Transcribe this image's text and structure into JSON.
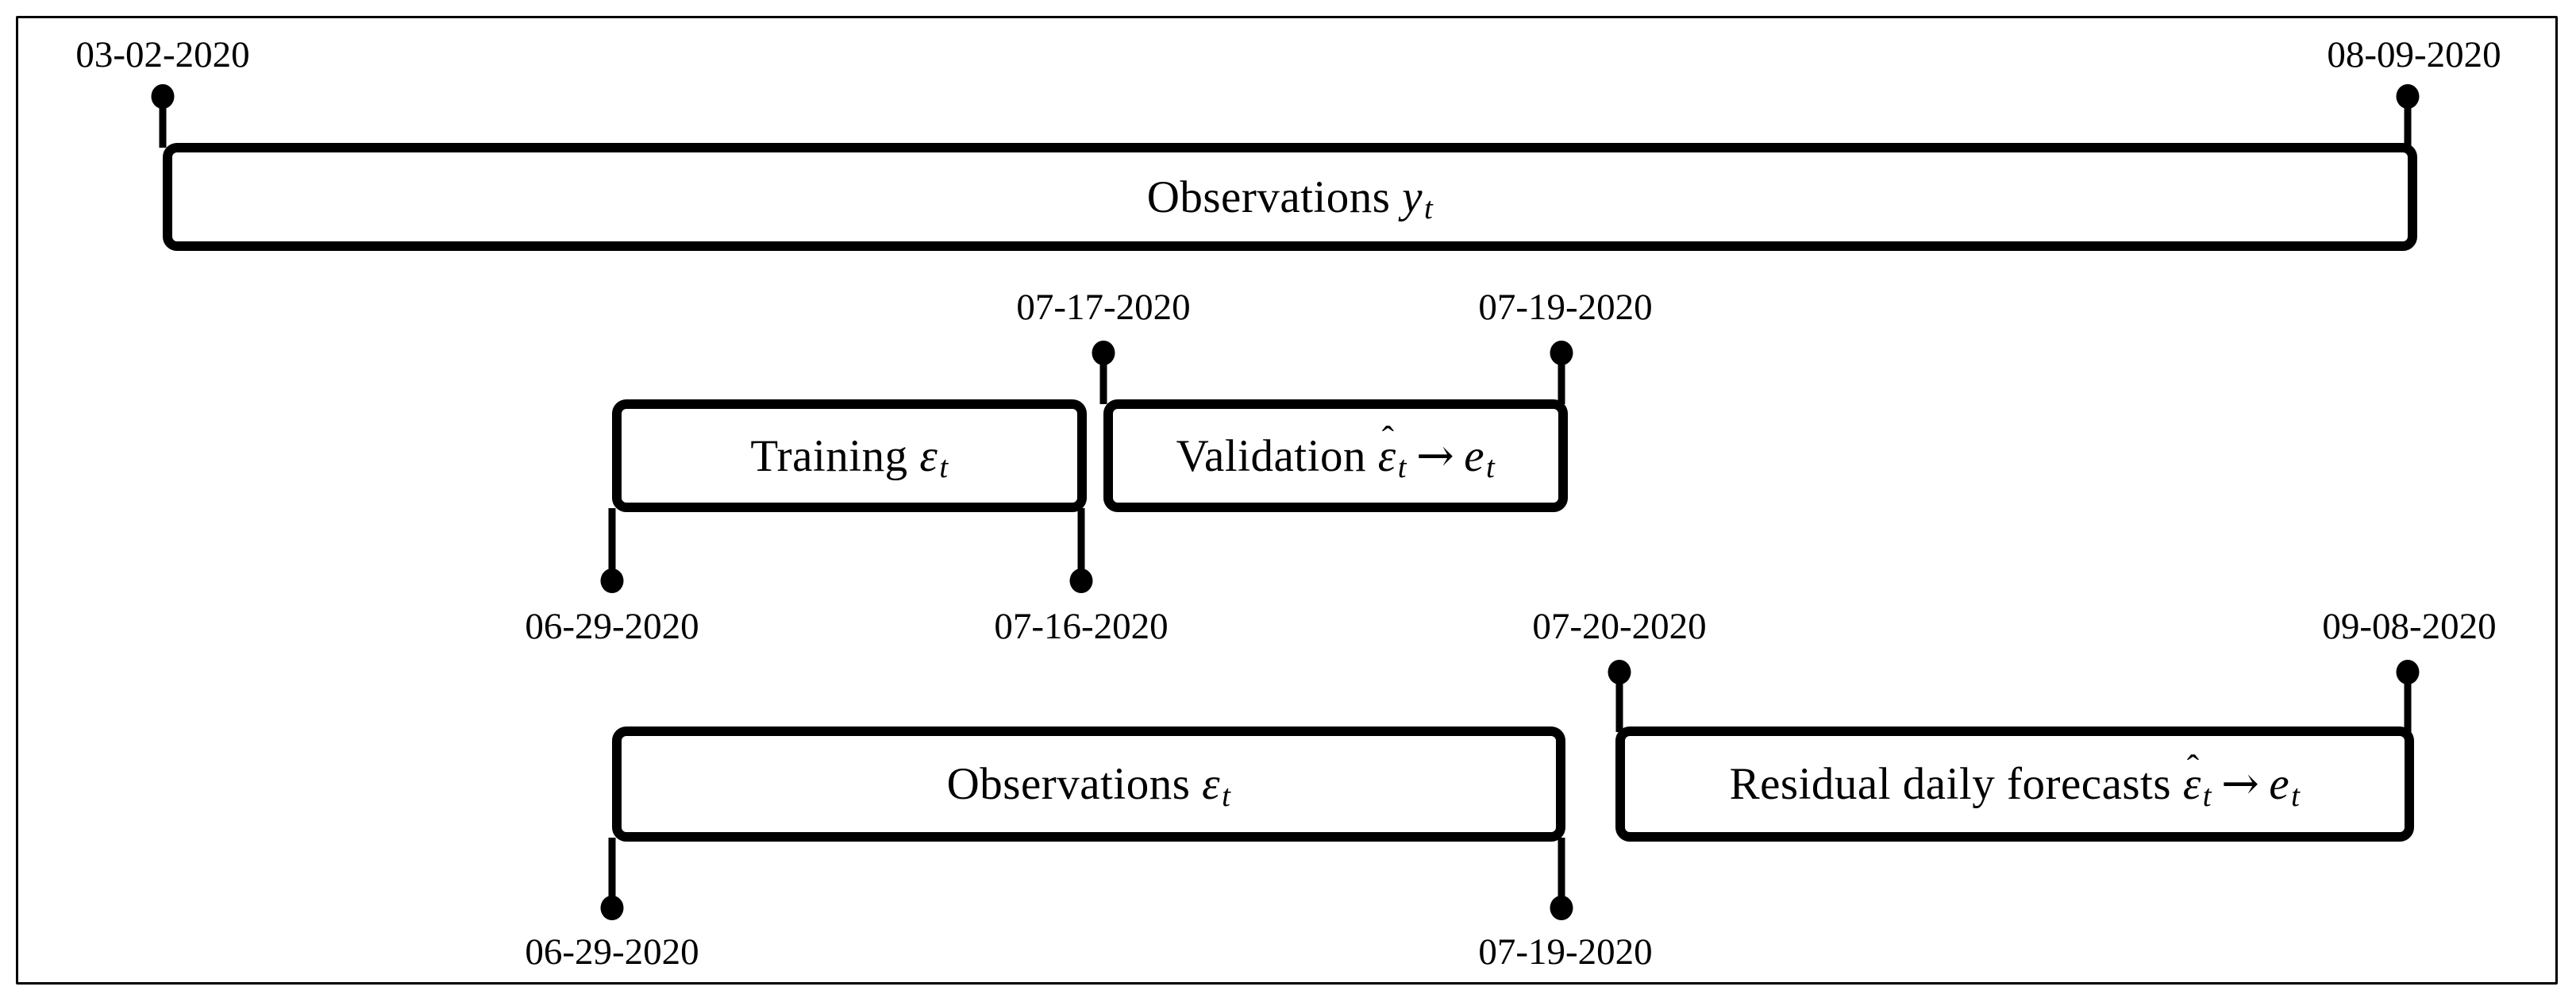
{
  "figure": {
    "kind": "timeline-diagram",
    "background_color": "#ffffff",
    "ink_color": "#000000",
    "bars": {
      "obs_y": {
        "lead": "Observations ",
        "var": "y",
        "sub": "t"
      },
      "training": {
        "lead": "Training ",
        "var": "ε",
        "sub": "t"
      },
      "validation": {
        "lead": "Validation ",
        "hat": "ˆ",
        "var1": "ε",
        "sub1": "t",
        "arrow": "→",
        "var2": "e",
        "sub2": "t"
      },
      "obs_eps": {
        "lead": "Observations ",
        "var": "ε",
        "sub": "t"
      },
      "residual": {
        "lead": "Residual daily forecasts ",
        "hat": "ˆ",
        "var1": "ε",
        "sub1": "t",
        "arrow": "→",
        "var2": "e",
        "sub2": "t"
      }
    },
    "markers": [
      {
        "date": "03-02-2020",
        "attaches_to": "observations-y-start",
        "side": "above"
      },
      {
        "date": "08-09-2020",
        "attaches_to": "observations-y-end",
        "side": "above"
      },
      {
        "date": "07-17-2020",
        "attaches_to": "validation-start",
        "side": "above"
      },
      {
        "date": "07-19-2020",
        "attaches_to": "validation-end",
        "side": "above"
      },
      {
        "date": "06-29-2020",
        "attaches_to": "training-start",
        "side": "below"
      },
      {
        "date": "07-16-2020",
        "attaches_to": "training-end",
        "side": "below"
      },
      {
        "date": "07-20-2020",
        "attaches_to": "residual-forecasts-start",
        "side": "above"
      },
      {
        "date": "09-08-2020",
        "attaches_to": "residual-forecasts-end",
        "side": "above"
      },
      {
        "date": "06-29-2020",
        "attaches_to": "observations-eps-start",
        "side": "below"
      },
      {
        "date": "07-19-2020",
        "attaches_to": "observations-eps-end",
        "side": "below"
      }
    ]
  }
}
